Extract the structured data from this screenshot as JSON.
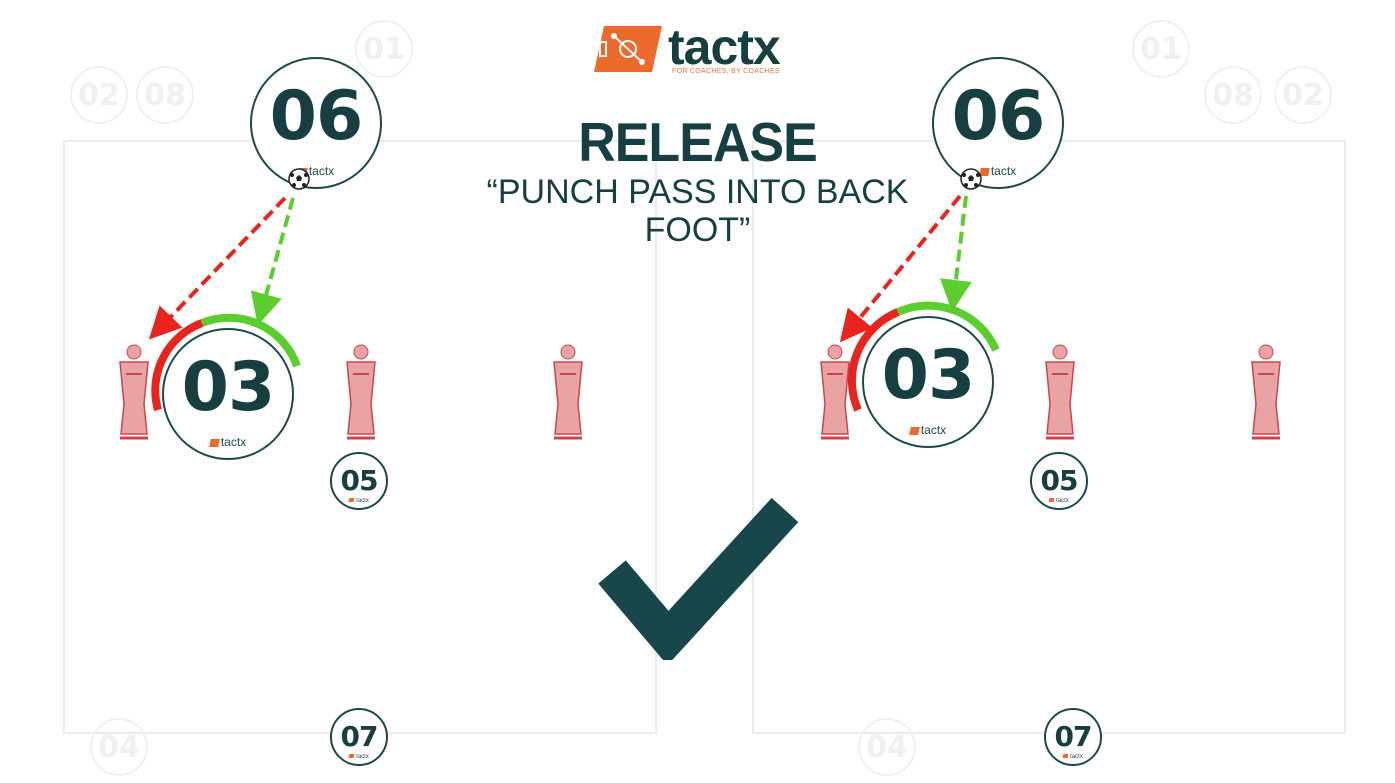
{
  "header": {
    "brand": "tactx",
    "tagline": "FOR COACHES, BY COACHES",
    "title": "RELEASE",
    "subtitle_line1": "“PUNCH PASS INTO BACK",
    "subtitle_line2": "FOOT”"
  },
  "token_brand": "tactx",
  "colors": {
    "primary": "#173f41",
    "brand_orange": "#ec6a2c",
    "arrow_red": "#e8241e",
    "arrow_green": "#5ccd2e",
    "mannequin": "#c8484a"
  },
  "left_diagram": {
    "player_06": "06",
    "player_03": "03",
    "player_05": "05",
    "player_07": "07",
    "faded_01": "01",
    "faded_02": "02",
    "faded_08": "08",
    "faded_04": "04"
  },
  "right_diagram": {
    "player_06": "06",
    "player_03": "03",
    "player_05": "05",
    "player_07": "07",
    "faded_01": "01",
    "faded_02": "02",
    "faded_08": "08",
    "faded_04": "04"
  },
  "center_mark": "checkmark-icon"
}
